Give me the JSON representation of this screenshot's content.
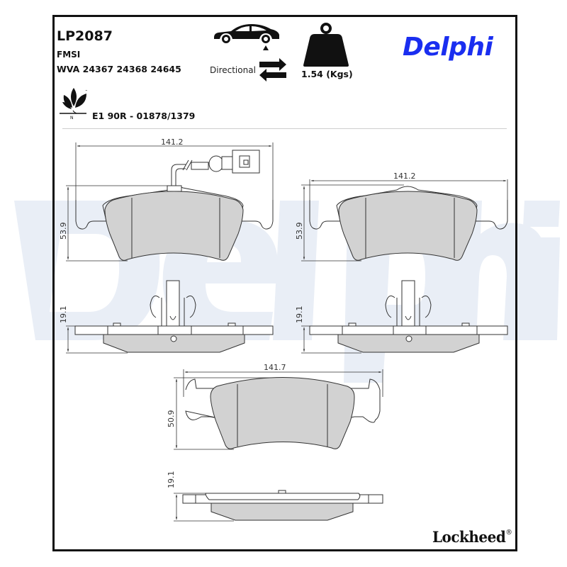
{
  "header": {
    "part_number": "LP2087",
    "fmsi_label": "FMSI",
    "wva_numbers": "WVA 24367 24368 24645",
    "certification": "E1 90R - 01878/1379",
    "directional_label": "Directional",
    "weight": "1.54 (Kgs)",
    "eco_mark_letter": "N",
    "eco_mark_tm": "™"
  },
  "branding": {
    "main_brand": "Delphi",
    "main_brand_color": "#1a2ef0",
    "watermark_text": "Delphi",
    "watermark_color": "#e8edf5",
    "footer_brand": "Lockheed",
    "footer_brand_mark": "®"
  },
  "icons": {
    "vehicle": "car-rear-axle-icon",
    "direction": "directional-arrows-icon",
    "weight": "weight-icon",
    "eco": "eco-leaf-icon"
  },
  "drawings": {
    "pad1_top": {
      "width_label": "141.2",
      "height_label": "53.9",
      "has_wear_sensor": true
    },
    "pad2_top": {
      "width_label": "141.2",
      "height_label": "53.9"
    },
    "pad1_side": {
      "thickness_label": "19.1"
    },
    "pad2_side": {
      "thickness_label": "19.1"
    },
    "pad3_top": {
      "width_label": "141.7",
      "height_label": "50.9"
    },
    "pad3_side": {
      "thickness_label": "19.1"
    }
  },
  "colors": {
    "pad_fill": "#d2d2d2",
    "line": "#333333",
    "frame": "#111111"
  }
}
